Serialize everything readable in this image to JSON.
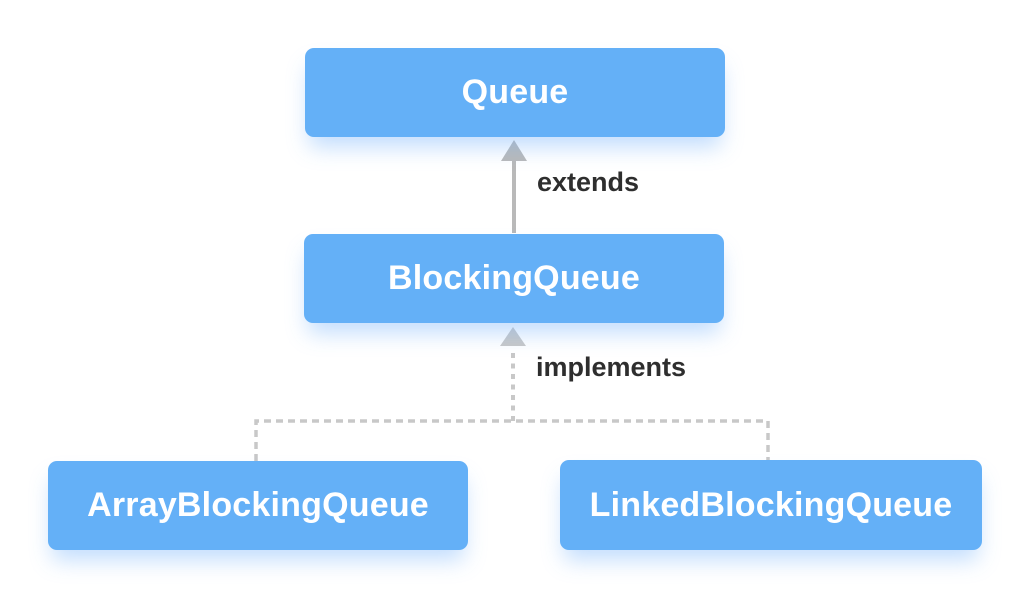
{
  "diagram": {
    "description": "Java Queue interface hierarchy diagram",
    "nodes": {
      "queue": {
        "label": "Queue"
      },
      "blocking_queue": {
        "label": "BlockingQueue"
      },
      "array_blocking_queue": {
        "label": "ArrayBlockingQueue"
      },
      "linked_blocking_queue": {
        "label": "LinkedBlockingQueue"
      }
    },
    "edges": {
      "extends": {
        "label": "extends",
        "style": "solid",
        "from": "BlockingQueue",
        "to": "Queue"
      },
      "implements": {
        "label": "implements",
        "style": "dashed",
        "from": "ArrayBlockingQueue, LinkedBlockingQueue",
        "to": "BlockingQueue"
      }
    },
    "colors": {
      "node_fill": "#64b0f7",
      "node_text": "#ffffff",
      "solid_arrow": "#b9b9b9",
      "dashed_line": "#c8c8c8",
      "edge_label": "#2e2e2e",
      "background": "#ffffff"
    }
  }
}
